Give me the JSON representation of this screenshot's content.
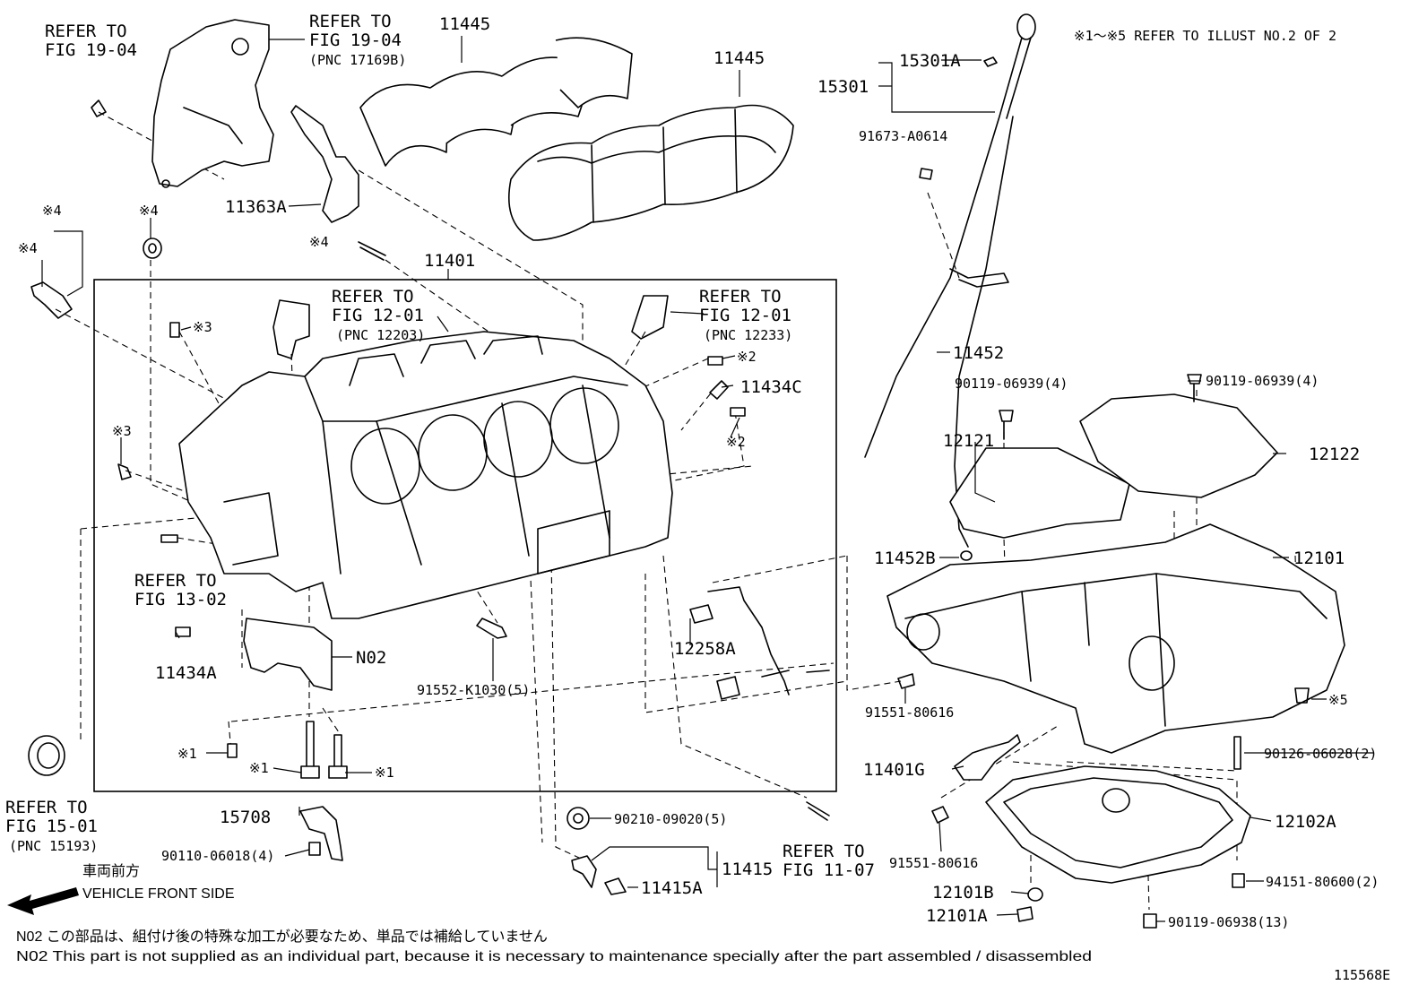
{
  "header_note": "※1～※5 REFER TO ILLUST NO.2 OF 2",
  "diagram_id": "115568E",
  "direction": {
    "jp": "車両前方",
    "en": "VEHICLE FRONT SIDE"
  },
  "notes": [
    "N02 この部品は、組付け後の特殊な加工が必要なため、単品では補給していません",
    "N02 This part is not supplied as an individual part, because it is necessary to maintenance specially after the part assembled / disassembled"
  ],
  "refs": {
    "r1a": "REFER TO",
    "r1b": "FIG 19-04",
    "r2a": "REFER TO",
    "r2b": "FIG 19-04",
    "r2c": "(PNC 17169B)",
    "r3a": "REFER TO",
    "r3b": "FIG 12-01",
    "r3c": "(PNC 12203)",
    "r4a": "REFER TO",
    "r4b": "FIG 12-01",
    "r4c": "(PNC 12233)",
    "r5a": "REFER TO",
    "r5b": "FIG 13-02",
    "r6a": "REFER TO",
    "r6b": "FIG 15-01",
    "r6c": "(PNC 15193)",
    "r7a": "REFER TO",
    "r7b": "FIG 11-07"
  },
  "parts": {
    "p11445a": "11445",
    "p11445b": "11445",
    "p11363a": "11363A",
    "p11401": "11401",
    "p15301": "15301",
    "p15301a": "15301A",
    "p91673": "91673-A0614",
    "p11452": "11452",
    "p11434c": "11434C",
    "p90119a": "90119-06939(4)",
    "p90119b": "90119-06939(4)",
    "p12121": "12121",
    "p12122": "12122",
    "p11452b": "11452B",
    "p12101": "12101",
    "p12258a": "12258A",
    "p11434a": "11434A",
    "pN02": "N02",
    "p91552": "91552-K1030(5)",
    "p91551a": "91551-80616",
    "p90126": "90126-06028(2)",
    "p11401g": "11401G",
    "p12102a": "12102A",
    "p91551b": "91551-80616",
    "p94151": "94151-80600(2)",
    "p15708": "15708",
    "p90110": "90110-06018(4)",
    "p90210": "90210-09020(5)",
    "p11415": "11415",
    "p11415a": "11415A",
    "p12101b": "12101B",
    "p12101a": "12101A",
    "p90119c": "90119-06938(13)"
  },
  "marks": {
    "m4a": "※4",
    "m4b": "※4",
    "m4c": "※4",
    "m4d": "※4",
    "m3a": "※3",
    "m3b": "※3",
    "m2a": "※2",
    "m2b": "※2",
    "m1a": "※1",
    "m1b": "※1",
    "m1c": "※1",
    "m5": "※5"
  }
}
